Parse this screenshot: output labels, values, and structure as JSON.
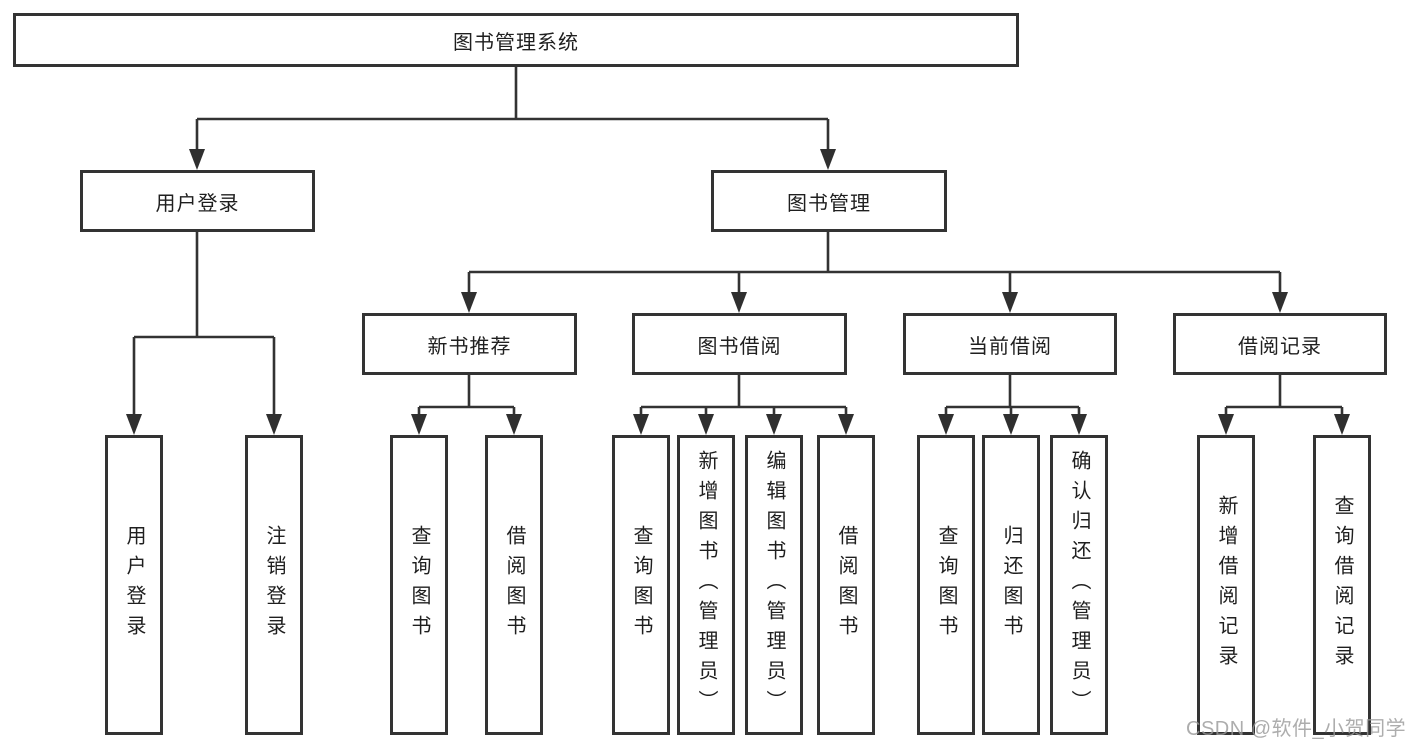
{
  "diagram": {
    "root": {
      "label": "图书管理系统"
    },
    "level2": [
      {
        "id": "user-login",
        "label": "用户登录"
      },
      {
        "id": "book-management",
        "label": "图书管理"
      }
    ],
    "level3": [
      {
        "id": "new-book-recommend",
        "label": "新书推荐"
      },
      {
        "id": "book-borrow",
        "label": "图书借阅"
      },
      {
        "id": "current-borrow",
        "label": "当前借阅"
      },
      {
        "id": "borrow-records",
        "label": "借阅记录"
      }
    ],
    "leaves": [
      {
        "id": "user-login-leaf",
        "label": "用户登录"
      },
      {
        "id": "logout",
        "label": "注销登录"
      },
      {
        "id": "search-books-1",
        "label": "查询图书"
      },
      {
        "id": "borrow-books-1",
        "label": "借阅图书"
      },
      {
        "id": "search-books-2",
        "label": "查询图书"
      },
      {
        "id": "add-book-admin",
        "label": "新增图书（管理员）"
      },
      {
        "id": "edit-book-admin",
        "label": "编辑图书（管理员）"
      },
      {
        "id": "borrow-books-2",
        "label": "借阅图书"
      },
      {
        "id": "search-books-3",
        "label": "查询图书"
      },
      {
        "id": "return-book",
        "label": "归还图书"
      },
      {
        "id": "confirm-return-admin",
        "label": "确认归还（管理员）"
      },
      {
        "id": "add-borrow-record",
        "label": "新增借阅记录"
      },
      {
        "id": "search-borrow-record",
        "label": "查询借阅记录"
      }
    ]
  },
  "watermark": {
    "text": "CSDN @软件_小贺同学"
  },
  "colors": {
    "line": "#333333",
    "arrow": "#2f2f2f",
    "border": "#333333",
    "text": "#1f1f1f",
    "background": "#ffffff",
    "watermark": "#999999"
  }
}
